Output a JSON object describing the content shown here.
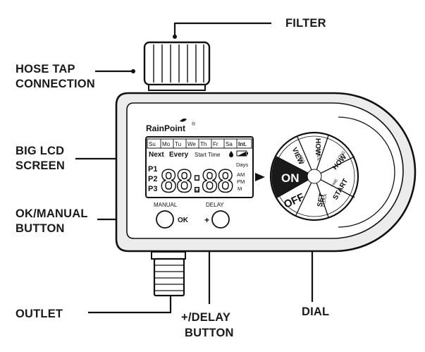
{
  "callouts": {
    "filter": "FILTER",
    "hose_tap_1": "HOSE TAP",
    "hose_tap_2": "CONNECTION",
    "big_lcd_1": "BIG LCD",
    "big_lcd_2": "SCREEN",
    "ok_manual_1": "OK/MANUAL",
    "ok_manual_2": "BUTTON",
    "outlet": "OUTLET",
    "delay_1": "+/DELAY",
    "delay_2": "BUTTON",
    "dial": "DIAL"
  },
  "device": {
    "brand": "RainPoint",
    "registered": "®",
    "manual_label": "MANUAL",
    "ok_label": "OK",
    "delay_label": "DELAY",
    "plus_label": "+"
  },
  "lcd": {
    "days": [
      "Su",
      "Mo",
      "Tu",
      "We",
      "Th",
      "Fr",
      "Sa",
      "Int."
    ],
    "status_next": "Next",
    "status_every": "Every",
    "status_start": "Start Time",
    "programs": [
      "P1",
      "P2",
      "P3"
    ],
    "digits": "88:88",
    "hour_mark": "H",
    "units": [
      "Days",
      "AM",
      "PM",
      "M"
    ]
  },
  "dial": {
    "on": "ON",
    "off": "OFF",
    "view": "VIEW",
    "view_sub": "SET",
    "how": "HOW",
    "how_sub": "OFTEN",
    "how_long": "HOW",
    "how_long_sub": "LONG",
    "start": "START",
    "start_sub": "TIME",
    "set": "SET",
    "set_sub": "CLOCK"
  }
}
